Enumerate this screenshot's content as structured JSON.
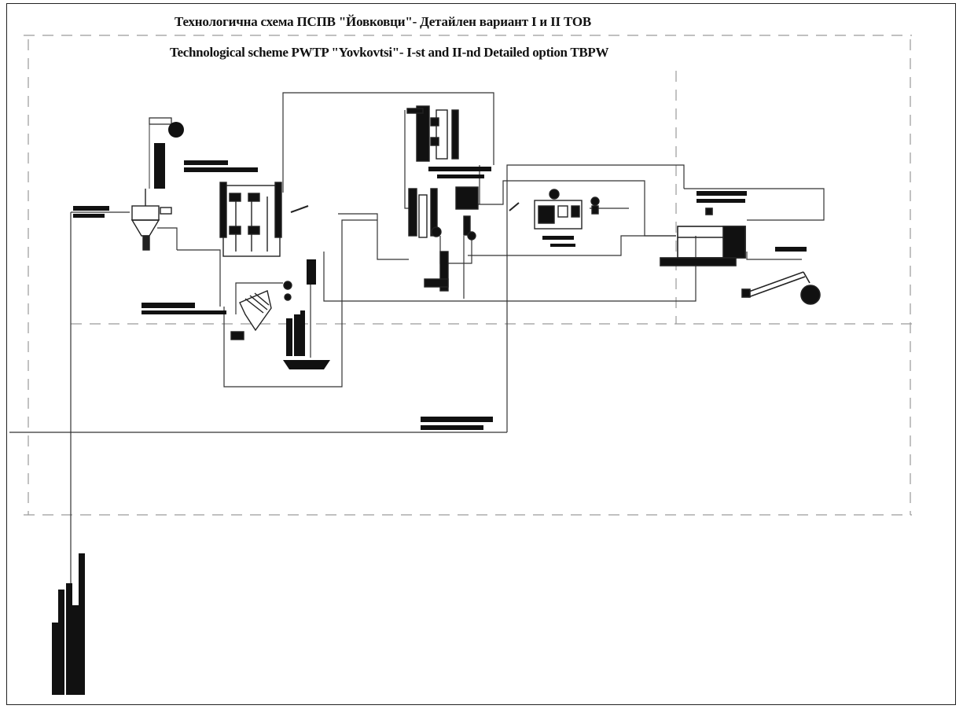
{
  "titles": {
    "ru": "Технологична схема ПСПВ \"Йовковци\"- Детайлен вариант I и II ТОВ",
    "en": "Technological scheme PWTP \"Yovkovtsi\"- I-st and II-nd Detailed option TBPW"
  },
  "colors": {
    "line": "#333333",
    "dash": "#9a9a9a",
    "fill": "#111111"
  },
  "icons": [
    "equipment-symbol",
    "pump-symbol",
    "tank-symbol",
    "filter-symbol",
    "conveyor-symbol",
    "label-bar-symbol"
  ]
}
